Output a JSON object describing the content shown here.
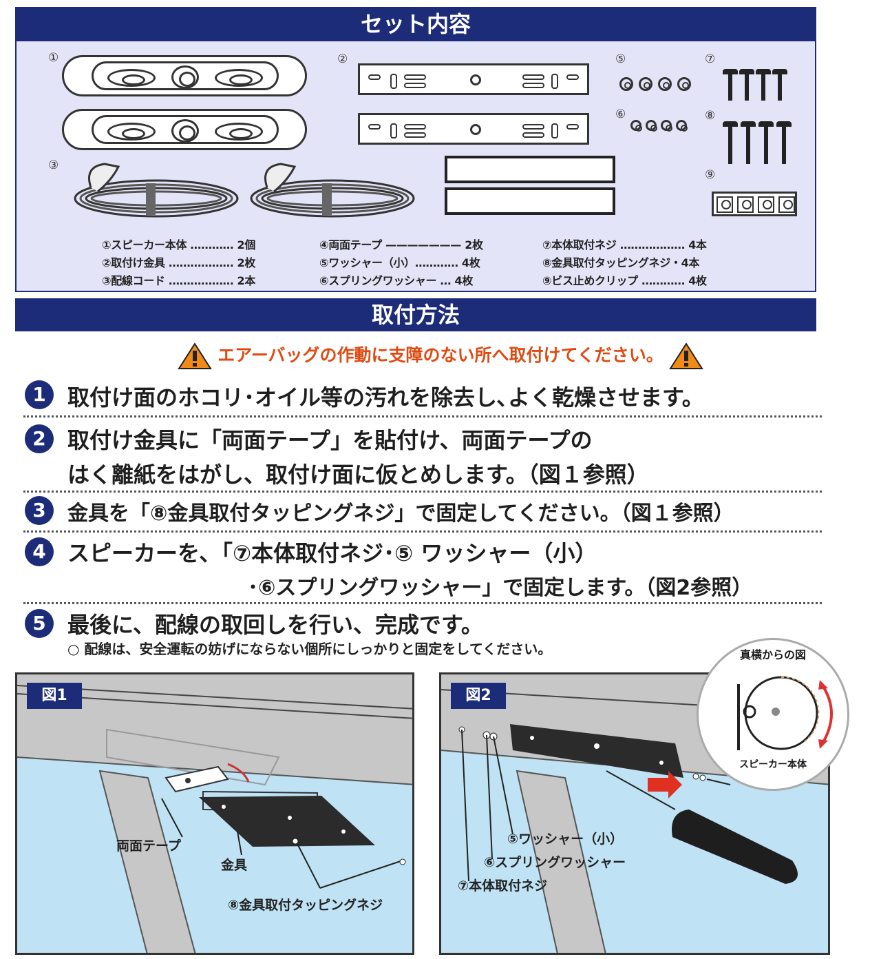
{
  "headings": {
    "contents": "セット内容",
    "method": "取付方法"
  },
  "part_numbers": [
    "①",
    "②",
    "③",
    "⑤",
    "⑥",
    "⑦",
    "⑧",
    "⑨"
  ],
  "legend": {
    "col1": [
      "①スピーカー本体 ………… 2個",
      "②取付け金具 ……………… 2枚",
      "③配線コード ……………… 2本"
    ],
    "col2": [
      "④両面テープ ——————— 2枚",
      "⑤ワッシャー（小）………… 4枚",
      "⑥スプリングワッシャー … 4枚"
    ],
    "col3": [
      "⑦本体取付ネジ ……………… 4本",
      "⑧金具取付タッピングネジ・4本",
      "⑨ビス止めクリップ ………… 4枚"
    ]
  },
  "warning": "エアーバッグの作動に支障のない所へ取付けてください。",
  "steps": [
    {
      "num": "1",
      "lines": [
        "取付け面のホコリ･オイル等の汚れを除去し､よく乾燥させます。"
      ]
    },
    {
      "num": "2",
      "lines": [
        "取付け金具に「両面テープ」を貼付け、両面テープの",
        "はく離紙をはがし、取付け面に仮とめします。（図１参照）"
      ]
    },
    {
      "num": "3",
      "lines": [
        "金具を「⑧金具取付タッピングネジ」で固定してください。（図１参照）"
      ]
    },
    {
      "num": "4",
      "lines": [
        "スピーカーを､「⑦本体取付ネジ･⑤ ワッシャー（小）",
        "･⑥スプリングワッシャー」で固定します。（図2参照）"
      ]
    },
    {
      "num": "5",
      "lines": [
        "最後に、配線の取回しを行い、完成です。"
      ]
    }
  ],
  "note": "○ 配線は、安全運転の妨げにならない個所にしっかりと固定をしてください。",
  "figure1": {
    "label": "図1",
    "callouts": [
      "両面テープ",
      "金具",
      "⑧金具取付タッピングネジ"
    ]
  },
  "figure2": {
    "label": "図2",
    "callouts": [
      "⑤ワッシャー（小）",
      "⑥スプリングワッシャー",
      "⑦本体取付ネジ"
    ],
    "side_view_title": "真横からの図",
    "side_view_caption": "スピーカー本体"
  }
}
